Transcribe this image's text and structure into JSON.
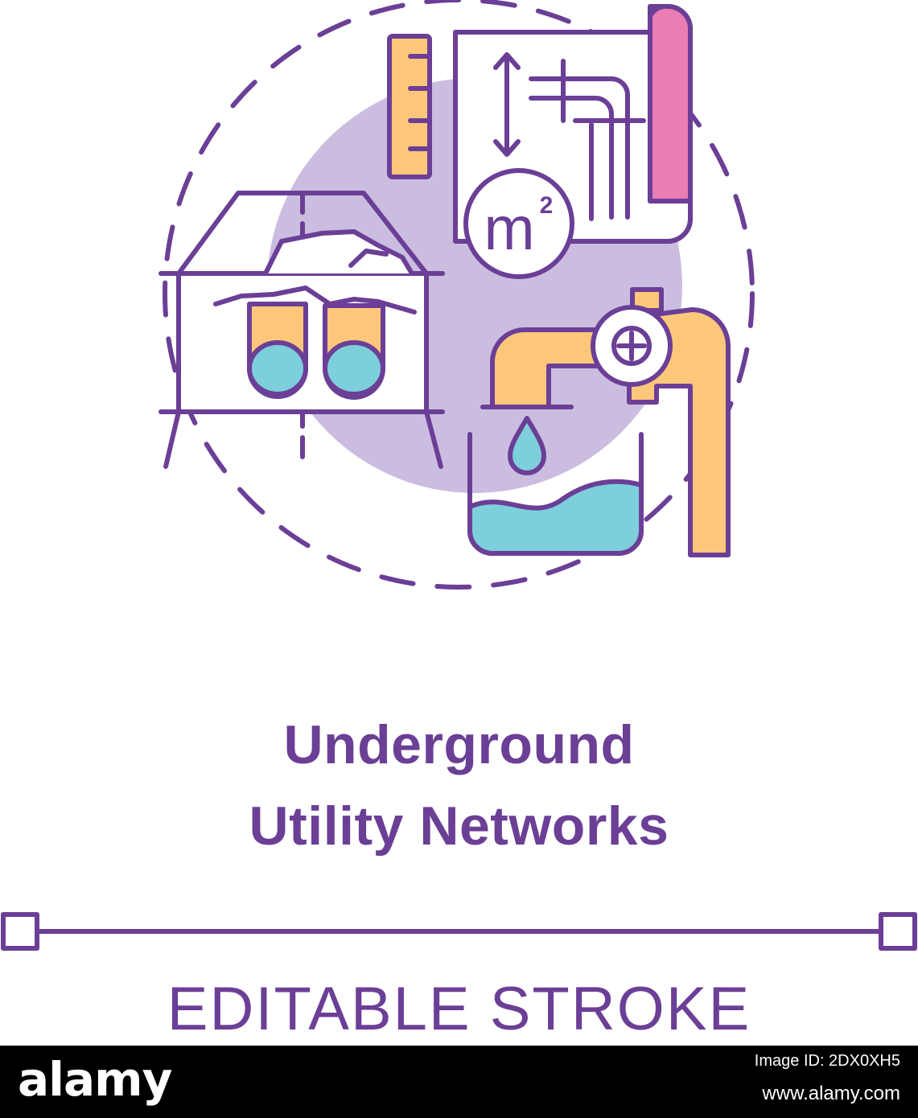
{
  "title": {
    "line1": "Underground",
    "line2": "Utility Networks"
  },
  "subtitle": "EDITABLE STROKE",
  "icon": {
    "unit_label": "m",
    "unit_exponent": "2",
    "elements": [
      "dashed-circle",
      "house-cross-section",
      "underground-pipes",
      "blueprint-scroll",
      "ruler",
      "area-measure-badge",
      "water-faucet",
      "valve-icon",
      "water-drop",
      "water-tank"
    ]
  },
  "colors": {
    "stroke": "#6b3f96",
    "lavender": "#cbbde0",
    "orange": "#fcc77a",
    "pink": "#e97db4",
    "water": "#7dcfdc",
    "footer": "#000000"
  },
  "footer": {
    "logo": "alamy",
    "image_id": "Image ID: 2DX0XH5",
    "url": "www.alamy.com"
  }
}
